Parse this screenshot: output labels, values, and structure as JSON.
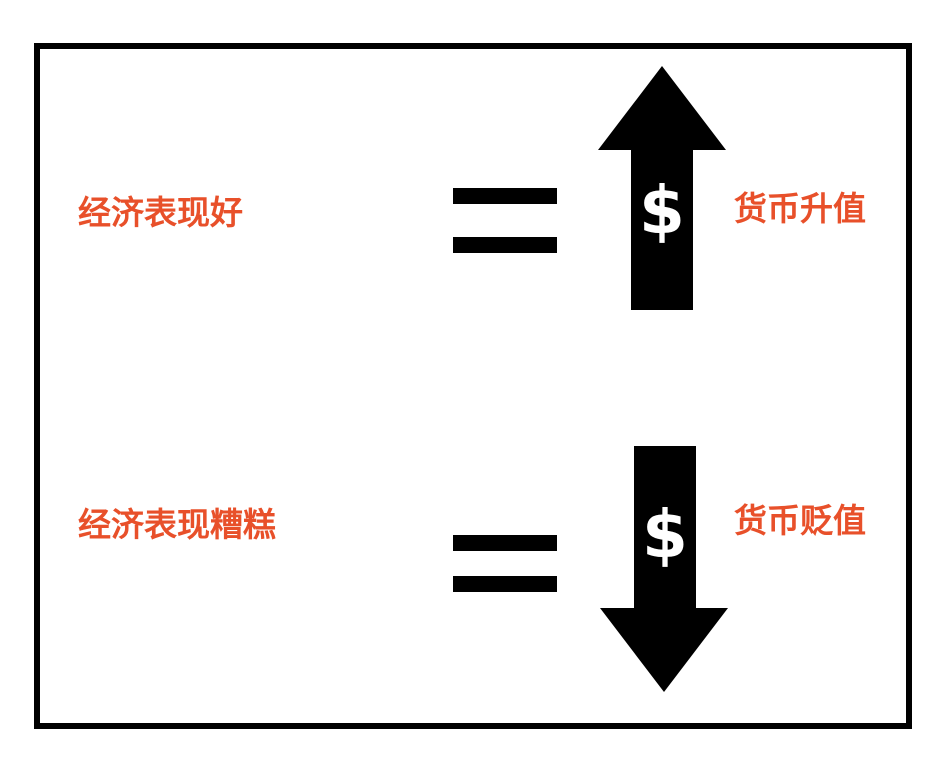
{
  "diagram": {
    "title": "",
    "rows": [
      {
        "condition": "经济表现好",
        "relation": "=",
        "direction": "up",
        "arrow_icon": "dollar-up-arrow-icon",
        "symbol": "$",
        "result": "货币升值"
      },
      {
        "condition": "经济表现糟糕",
        "relation": "=",
        "direction": "down",
        "arrow_icon": "dollar-down-arrow-icon",
        "symbol": "$",
        "result": "货币贬值"
      }
    ],
    "colors": {
      "label": "#e8502a",
      "arrow": "#000000",
      "border": "#000000",
      "background": "#ffffff"
    }
  }
}
